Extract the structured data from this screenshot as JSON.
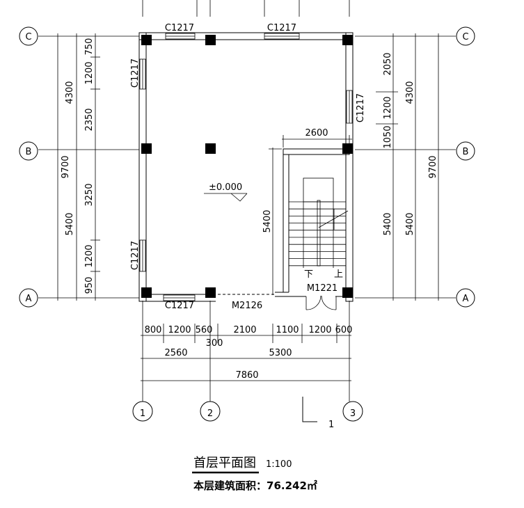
{
  "axes": {
    "c": "C",
    "b": "B",
    "a": "A",
    "n1": "1",
    "n2": "2",
    "n3": "3"
  },
  "left_dims": {
    "total": "9700",
    "upper": "4300",
    "lower": "5400",
    "d1": "750",
    "d2": "1200",
    "d3": "2350",
    "d4": "3250",
    "d5": "1200",
    "d6": "950"
  },
  "right_dims": {
    "total": "9700",
    "upper": "4300",
    "lower_outer": "5400",
    "lower_inner": "5400",
    "d1": "2050",
    "d2": "1200",
    "d3": "1050"
  },
  "bottom_dims": {
    "row1": [
      "800",
      "1200",
      "560",
      "300",
      "2100",
      "1100",
      "1200",
      "600"
    ],
    "row2": [
      "2560",
      "5300"
    ],
    "total": "7860"
  },
  "stair_dims": {
    "width": "2600",
    "height": "5400"
  },
  "labels": {
    "win_top_left": "C1217",
    "win_top_right": "C1217",
    "win_left_upper": "C1217",
    "win_left_lower": "C1217",
    "win_right": "C1217",
    "win_bottom": "C1217",
    "door_main": "M2126",
    "door_stair": "M1221",
    "elevation": "±0.000",
    "stair_down": "下",
    "stair_up": "上",
    "section_number": "1"
  },
  "title": {
    "name": "首层平面图",
    "scale": "1:100",
    "area": "本层建筑面积：76.242㎡"
  }
}
